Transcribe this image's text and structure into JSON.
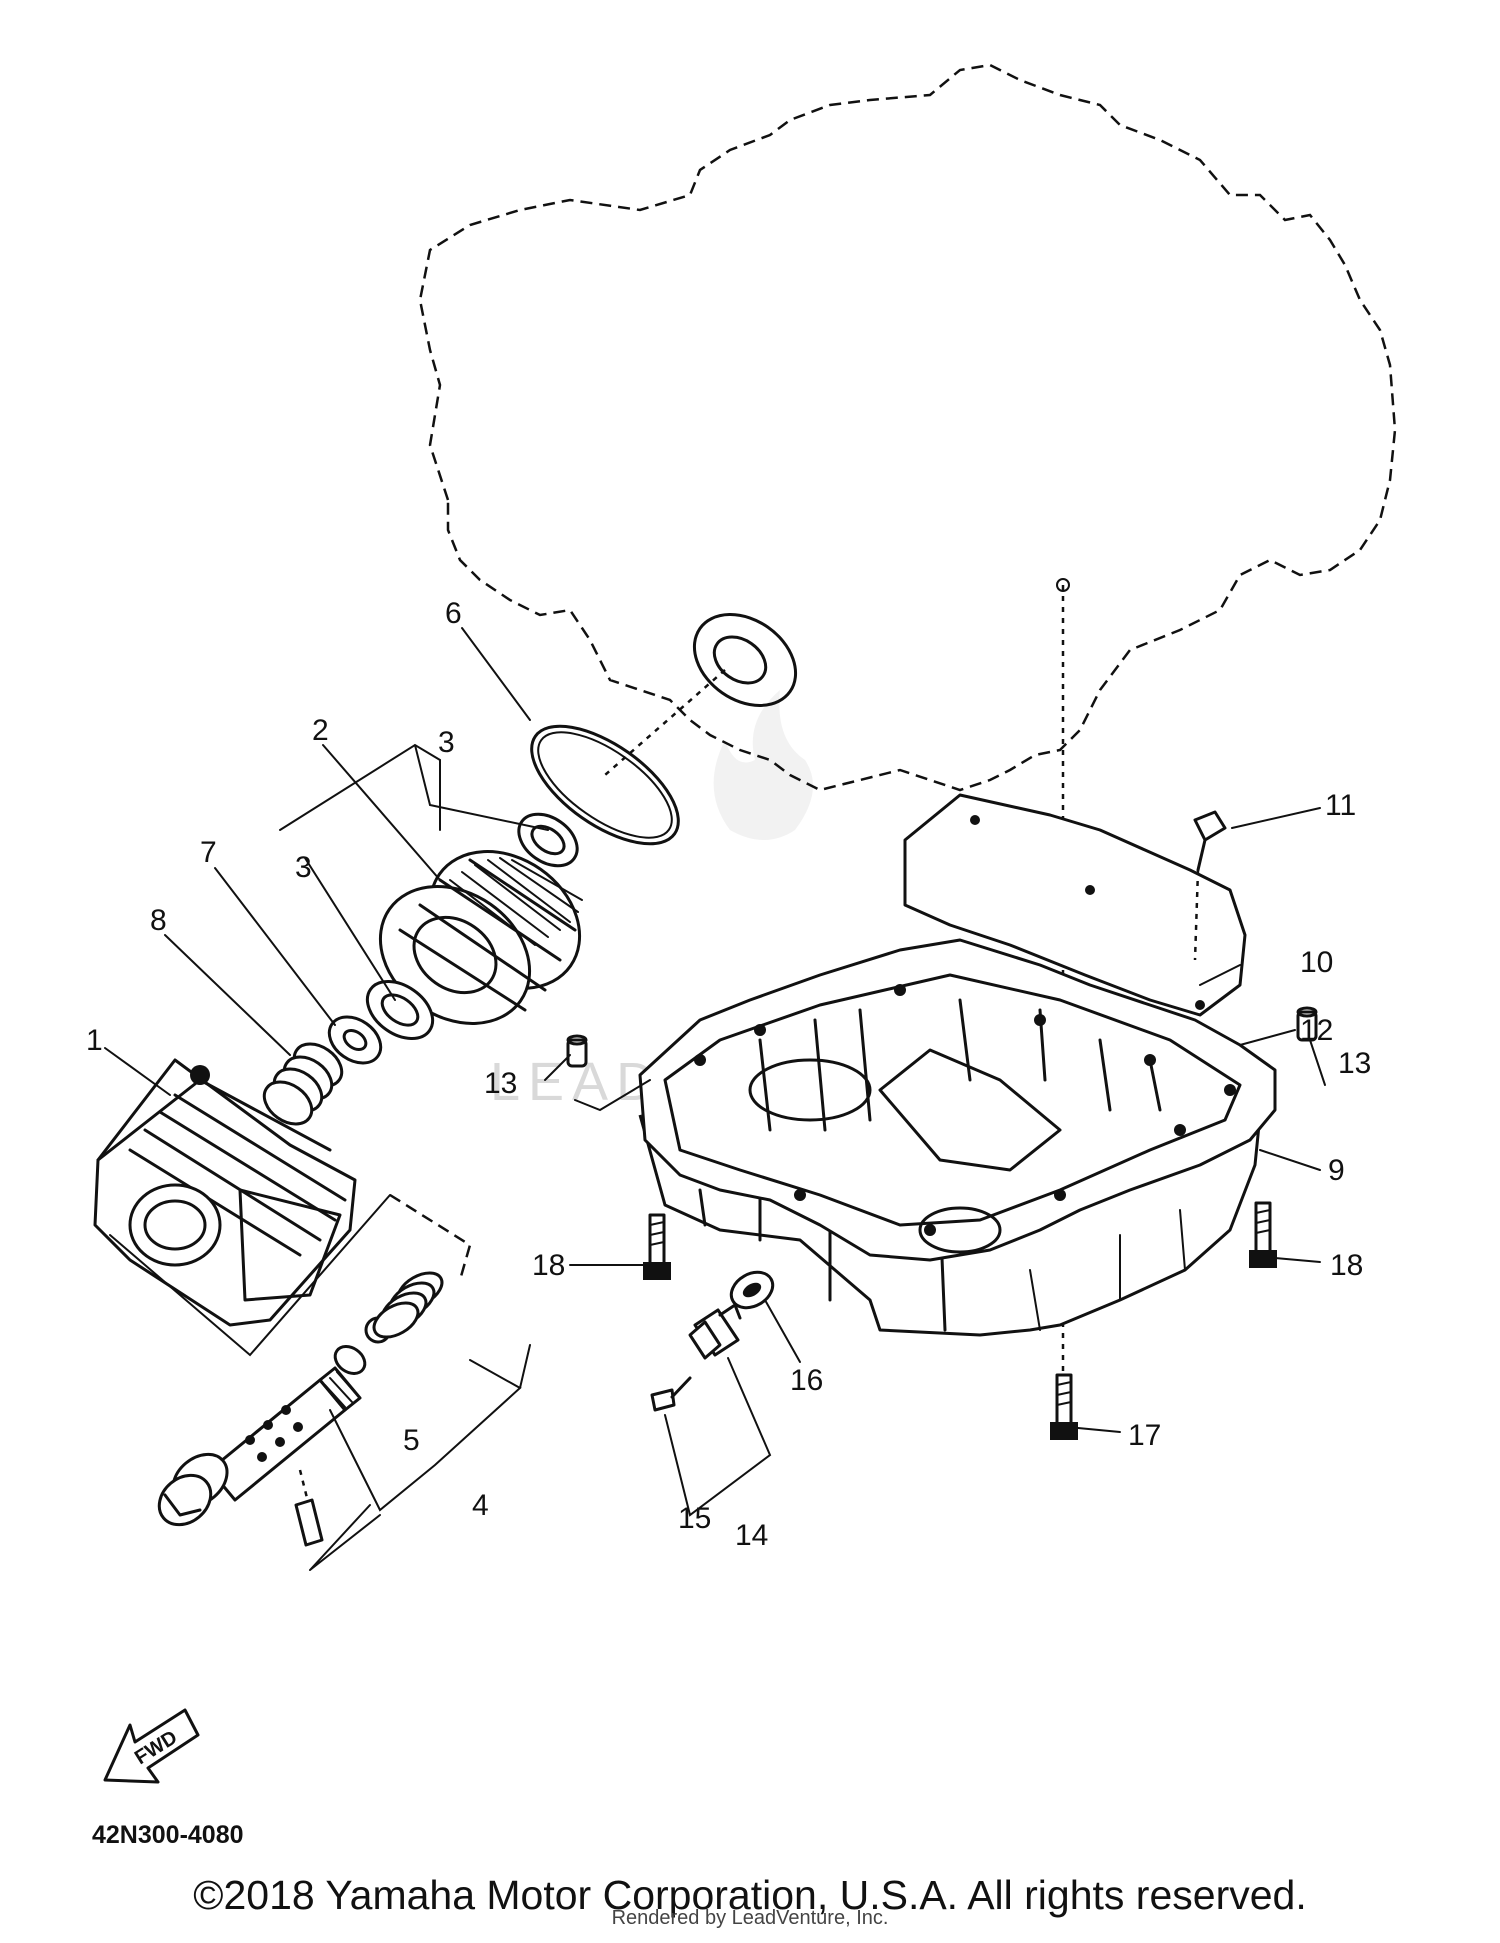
{
  "diagram": {
    "part_labels": {
      "p1": "1",
      "p2": "2",
      "p3a": "3",
      "p3b": "3",
      "p4": "4",
      "p5": "5",
      "p6": "6",
      "p7": "7",
      "p8": "8",
      "p9": "9",
      "p10": "10",
      "p11": "11",
      "p12": "12",
      "p13a": "13",
      "p13b": "13",
      "p14": "14",
      "p15": "15",
      "p16": "16",
      "p17": "17",
      "p18a": "18",
      "p18b": "18"
    },
    "fwd_arrow_label": "FWD",
    "diagram_code": "42N300-4080",
    "watermark": "LEADVENTURE"
  },
  "footer": {
    "copyright": "©2018 Yamaha Motor Corporation, U.S.A. All rights reserved.",
    "rendered_by": "Rendered by LeadVenture, Inc."
  }
}
